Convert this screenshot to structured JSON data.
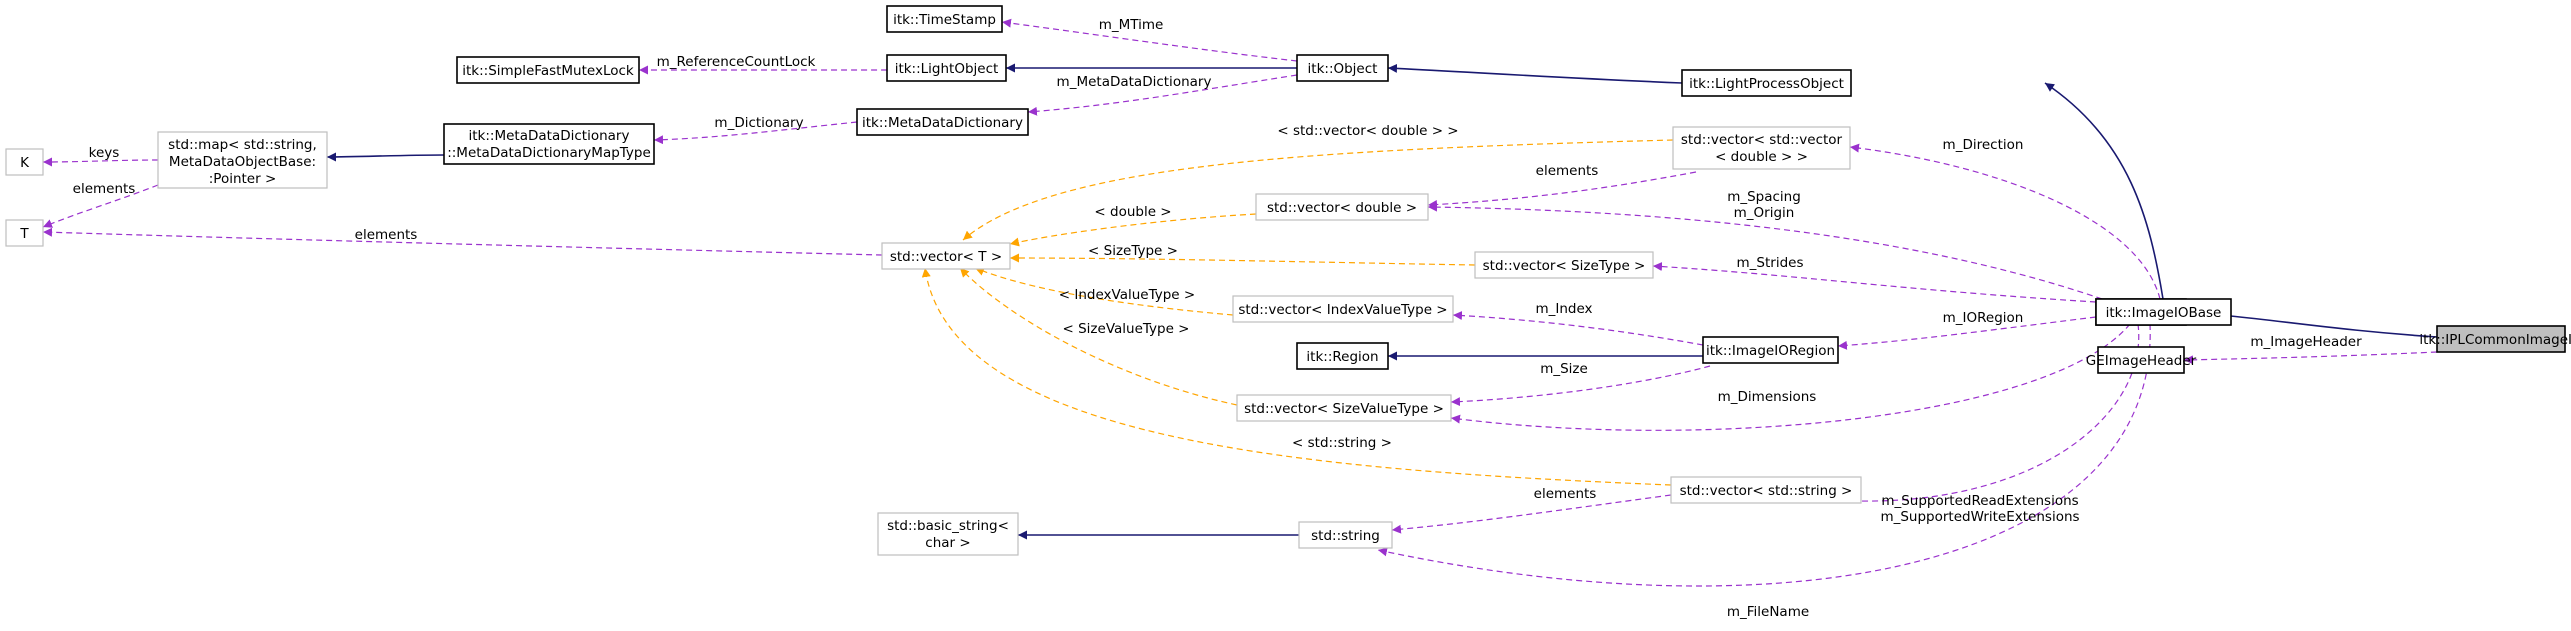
{
  "nodes": {
    "timestamp": "itk::TimeStamp",
    "simplefastmutexlock": "itk::SimpleFastMutexLock",
    "lightobject": "itk::LightObject",
    "object": "itk::Object",
    "lightprocessobject": "itk::LightProcessObject",
    "metadatadictionary": "itk::MetaDataDictionary",
    "mddmaptype": [
      "itk::MetaDataDictionary",
      "::MetaDataDictionaryMapType"
    ],
    "stdmap": [
      "std::map< std::string,",
      "MetaDataObjectBase:",
      ":Pointer >"
    ],
    "k": "K",
    "t": "T",
    "vec_vec_double": [
      "std::vector< std::vector",
      "< double > >"
    ],
    "vec_double": "std::vector< double >",
    "vec_t": "std::vector< T >",
    "vec_sizetype": "std::vector< SizeType >",
    "vec_indexvaluetype": "std::vector< IndexValueType >",
    "region": "itk::Region",
    "imageioregion": "itk::ImageIORegion",
    "vec_sizevaluetype": "std::vector< SizeValueType >",
    "imageiobase": "itk::ImageIOBase",
    "iplcommonimageio": "itk::IPLCommonImageIO",
    "geimageheader": "GEImageHeader",
    "vec_string": "std::vector< std::string >",
    "basic_string": [
      "std::basic_string<",
      "char >"
    ],
    "string": "std::string"
  },
  "edges": {
    "m_mtime": "m_MTime",
    "m_referencecountlock": "m_ReferenceCountLock",
    "m_metadatadictionary": "m_MetaDataDictionary",
    "m_dictionary": "m_Dictionary",
    "keys": "keys",
    "elements_map": "elements",
    "elements_t": "elements",
    "vec_vec_double_tpl": "< std::vector< double > >",
    "elements_vecvec": "elements",
    "m_direction": "m_Direction",
    "double_tpl": "< double >",
    "m_spacing_origin": [
      "m_Spacing",
      "m_Origin"
    ],
    "sizetype_tpl": "< SizeType >",
    "m_strides": "m_Strides",
    "indexvaluetype_tpl": "< IndexValueType >",
    "m_index": "m_Index",
    "m_ioregion": "m_IORegion",
    "sizevaluetype_tpl": "< SizeValueType >",
    "m_size": "m_Size",
    "m_dimensions": "m_Dimensions",
    "m_imageheader": "m_ImageHeader",
    "string_tpl": "< std::string >",
    "m_extensions": [
      "m_SupportedReadExtensions",
      "m_SupportedWriteExtensions"
    ],
    "elements_string": "elements",
    "m_filename": "m_FileName"
  },
  "colors": {
    "inheritance": "#191970",
    "usage": "#9a32cd",
    "template": "#ffa500",
    "highlight": "#bfbfbf"
  }
}
